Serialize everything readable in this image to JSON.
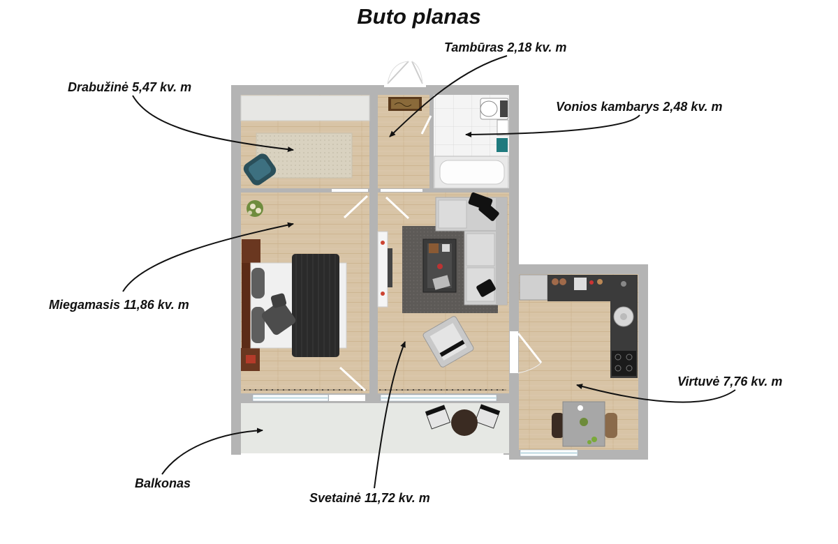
{
  "title": "Buto planas",
  "rooms": {
    "tamburas": "Tambūras 2,18 kv. m",
    "drabuzine": "Drabužinė 5,47 kv. m",
    "vonios": "Vonios kambarys 2,48 kv. m",
    "miegamasis": "Miegamasis 11,86 kv. m",
    "virtuve": "Virtuvė 7,76 kv. m",
    "balkonas": "Balkonas",
    "svetaine": "Svetainė 11,72 kv. m"
  },
  "colors": {
    "wall": "#b4b4b4",
    "floor": "#d8c4a6",
    "tile": "#f4f4f4",
    "balcony": "#e6e8e4",
    "countertop": "#3b3b3b",
    "arrow": "#111111"
  }
}
